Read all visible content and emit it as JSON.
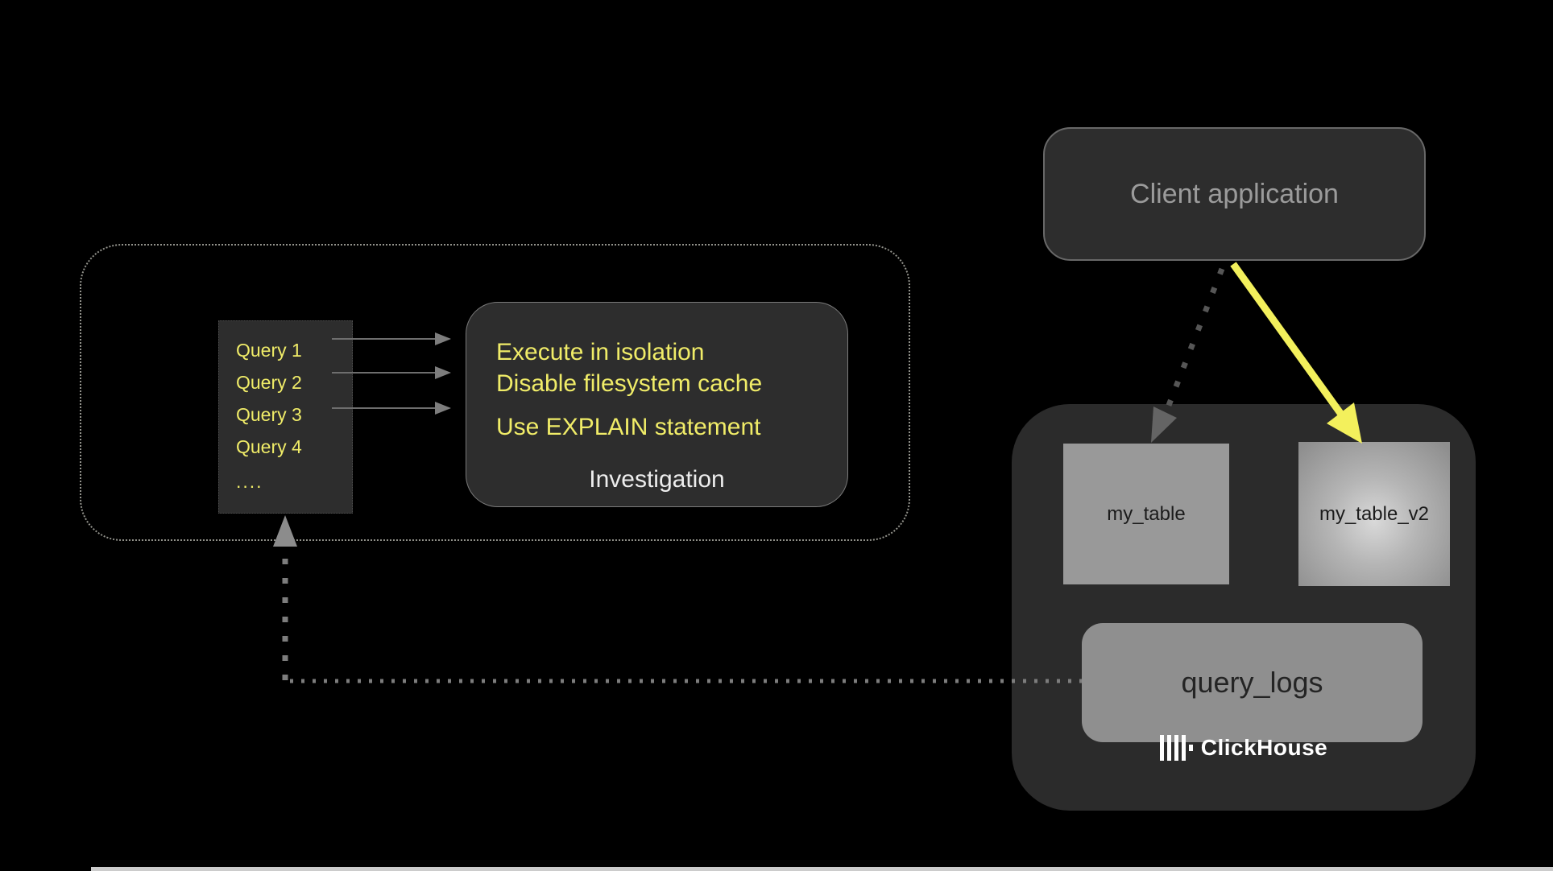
{
  "colors": {
    "background": "#000000",
    "panel_dark": "#2d2d2d",
    "yellow_text": "#f0ec68",
    "yellow_arrow": "#f3f05c",
    "node_gray": "#999999",
    "node_highlight_center": "#d9d9d9",
    "brand_white": "#ffffff",
    "dotted_outline": "#93938c"
  },
  "client_application": {
    "label": "Client application"
  },
  "investigation": {
    "queries": [
      "Query 1",
      "Query 2",
      "Query 3",
      "Query 4",
      "...."
    ],
    "tips": [
      "Execute in isolation",
      "Disable filesystem cache",
      "Use EXPLAIN statement"
    ],
    "title": "Investigation"
  },
  "clickhouse": {
    "tables": {
      "main": "my_table",
      "v2": "my_table_v2"
    },
    "logs": "query_logs",
    "brand": "ClickHouse",
    "brand_icon": "clickhouse-bars-icon"
  }
}
